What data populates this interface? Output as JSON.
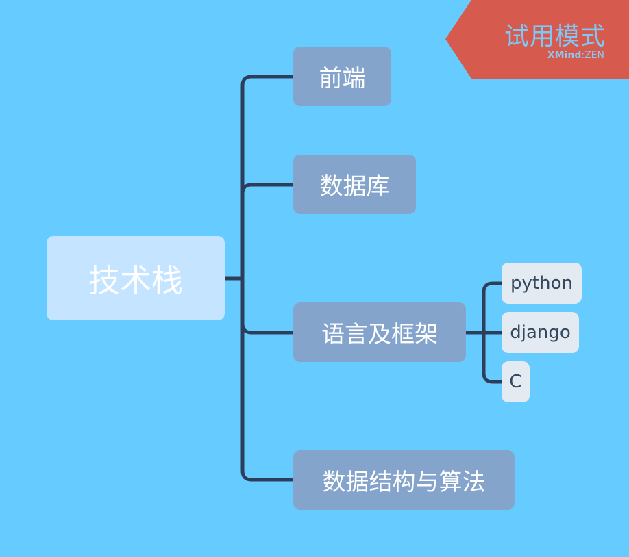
{
  "mindmap": {
    "root": {
      "label": "技术栈"
    },
    "branches": [
      {
        "label": "前端",
        "children": []
      },
      {
        "label": "数据库",
        "children": []
      },
      {
        "label": "语言及框架",
        "children": [
          {
            "label": "python"
          },
          {
            "label": "django"
          },
          {
            "label": "C"
          }
        ]
      },
      {
        "label": "数据结构与算法",
        "children": []
      }
    ]
  },
  "watermark": {
    "title": "试用模式",
    "brand_bold": "XMind",
    "brand_sep": ":",
    "brand_rest": "ZEN"
  },
  "colors": {
    "background": "#66CCFF",
    "connector": "#2C3E5A",
    "root_fill": "#C5E4FF",
    "branch_fill": "#84A4CC",
    "leaf_fill": "#E3EAF2",
    "leaf_text": "#34495E",
    "watermark_fill": "#D65A4E"
  }
}
